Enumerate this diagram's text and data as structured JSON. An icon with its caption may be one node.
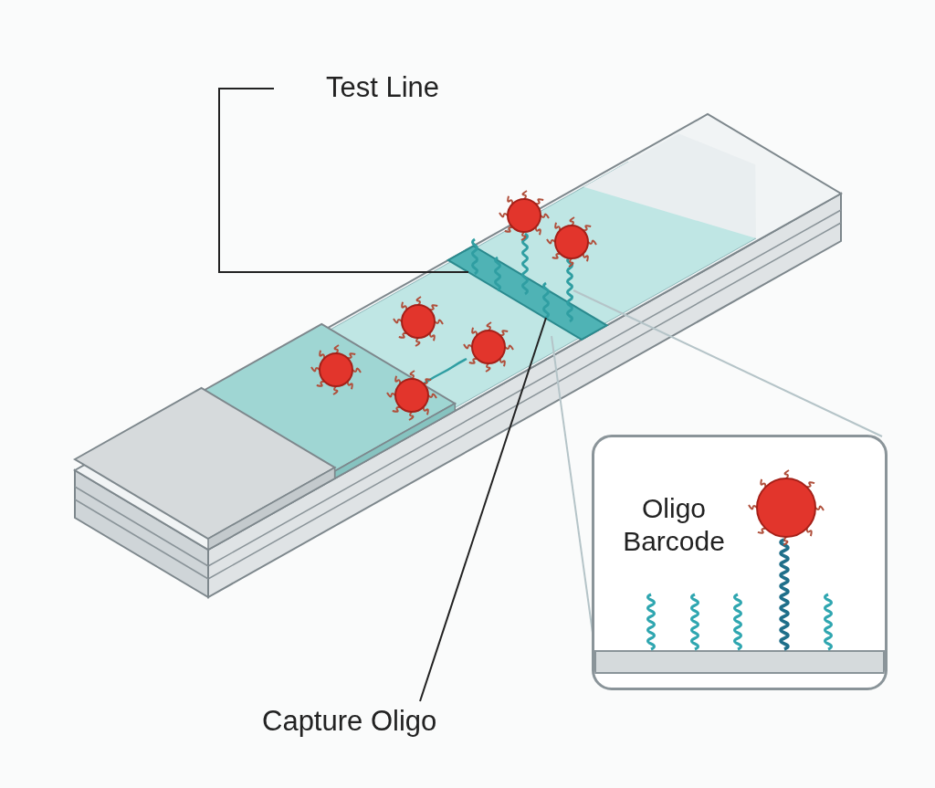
{
  "diagram": {
    "nodes": [
      {
        "text": [
          "Test Line"
        ]
      },
      {
        "text": [],
        "shape": "bar"
      },
      {
        "text": [
          "Capture Oligo"
        ]
      },
      {
        "text": [],
        "shape": "picture",
        "in": 1
      },
      {
        "text": [
          "Oligo Barcode"
        ]
      }
    ],
    "edges": [
      {
        "from": 0,
        "to": 1,
        "arrow": "none"
      },
      {
        "from": 2,
        "to": 3,
        "arrow": "none"
      },
      {
        "from": 1,
        "to": 4,
        "arrow": "none",
        "color": "#b5c4c8"
      },
      {
        "from": 1,
        "to": 4,
        "arrow": "none",
        "color": "#b5c4c8"
      }
    ]
  }
}
